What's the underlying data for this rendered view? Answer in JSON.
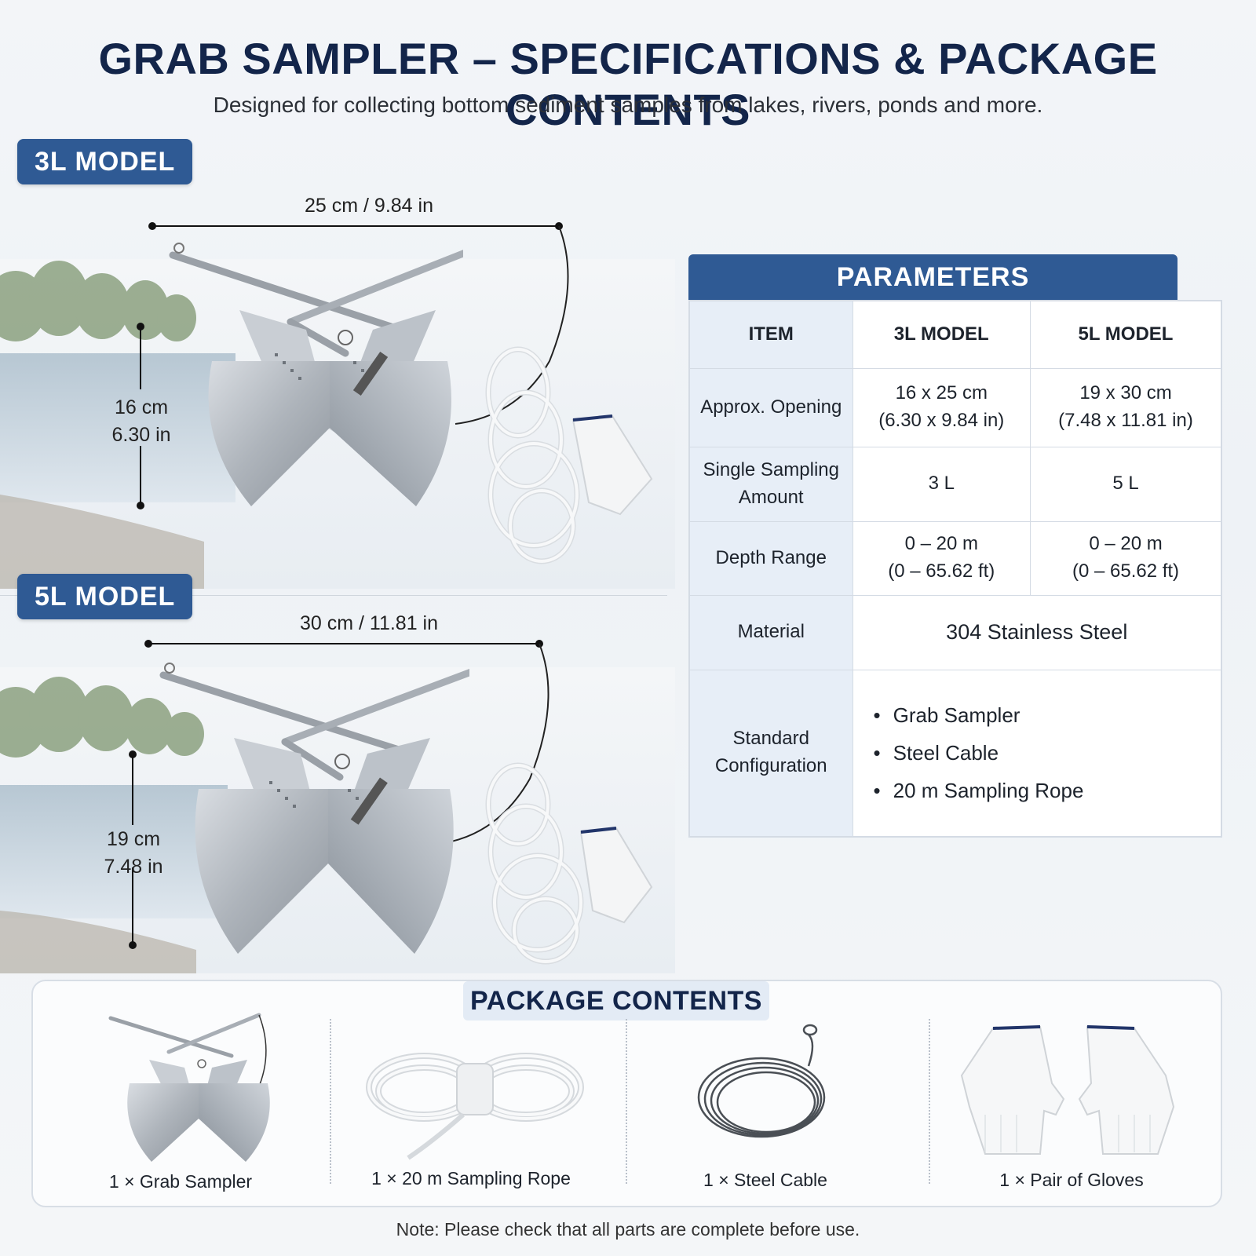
{
  "header": {
    "title": "GRAB SAMPLER – SPECIFICATIONS & PACKAGE CONTENTS",
    "subtitle": "Designed for collecting bottom sediment samples from lakes, rivers, ponds and more."
  },
  "models": [
    {
      "badge": "3L MODEL",
      "width_label": "25 cm / 9.84 in",
      "height_cm": "16 cm",
      "height_in": "6.30 in"
    },
    {
      "badge": "5L MODEL",
      "width_label": "30 cm / 11.81 in",
      "height_cm": "19 cm",
      "height_in": "7.48 in"
    }
  ],
  "parameters": {
    "heading": "PARAMETERS",
    "columns": [
      "ITEM",
      "3L MODEL",
      "5L MODEL"
    ],
    "rows": [
      {
        "item": "Approx. Opening",
        "m3_line1": "16 x 25 cm",
        "m3_line2": "(6.30 x 9.84 in)",
        "m5_line1": "19 x 30 cm",
        "m5_line2": "(7.48 x 11.81 in)"
      },
      {
        "item_line1": "Single Sampling",
        "item_line2": "Amount",
        "m3": "3 L",
        "m5": "5 L"
      },
      {
        "item": "Depth Range",
        "m3_line1": "0 – 20 m",
        "m3_line2": "(0 – 65.62 ft)",
        "m5_line1": "0 – 20 m",
        "m5_line2": "(0 – 65.62 ft)"
      },
      {
        "item": "Material",
        "value": "304 Stainless Steel"
      },
      {
        "item_line1": "Standard",
        "item_line2": "Configuration",
        "list": [
          "Grab Sampler",
          "Steel Cable",
          "20 m Sampling Rope"
        ]
      }
    ]
  },
  "package": {
    "heading": "PACKAGE CONTENTS",
    "items": [
      "1 × Grab Sampler",
      "1 × 20 m Sampling Rope",
      "1 × Steel Cable",
      "1 × Pair of Gloves"
    ]
  },
  "note": "Note: Please check that all parts are complete before use.",
  "colors": {
    "badge": "#2f5a94",
    "title": "#13254a",
    "table_item_bg": "#e7eef7",
    "border": "#d4dbe4"
  }
}
